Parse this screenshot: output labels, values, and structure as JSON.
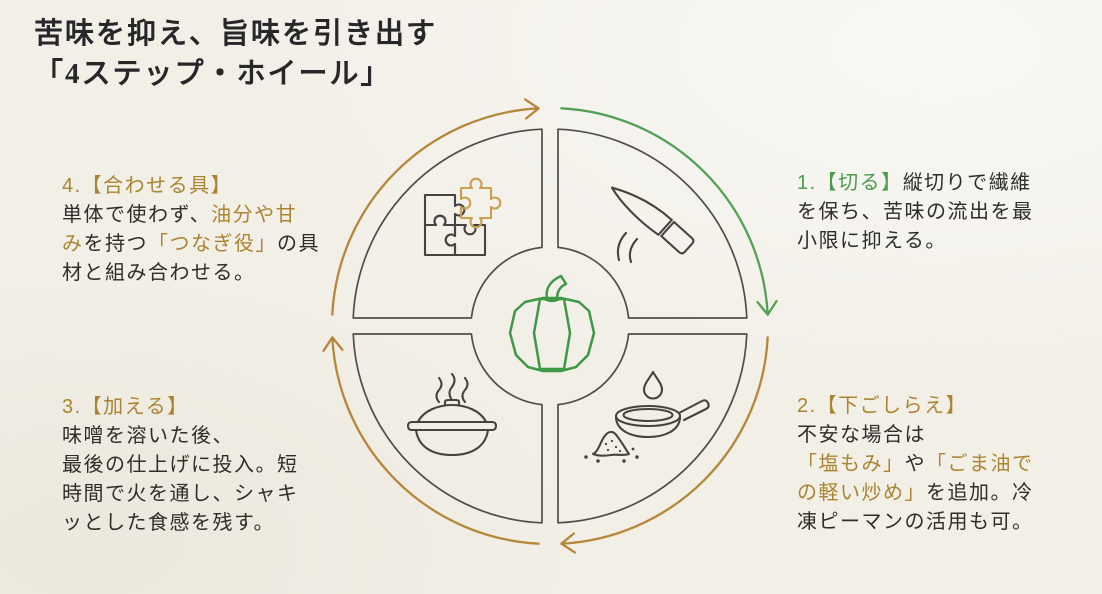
{
  "palette": {
    "background": "#f2efe7",
    "ink": "#2e2d2a",
    "title_ink": "#272628",
    "gold_text": "#aa8431",
    "green_text": "#4c9b51",
    "gold_arrow": "#b5873a",
    "green_arrow": "#54a055",
    "puzzle_gold": "#c9a052",
    "pepper_green": "#3f9845",
    "wheel_stroke": "#4f4e49",
    "icon_stroke": "#454440"
  },
  "title": {
    "line1": "苦味を抑え、旨味を引き出す",
    "line2": "「4ステップ・ホイール」"
  },
  "wheel": {
    "center_icon": "bell-pepper",
    "quadrants": [
      {
        "position": "top-right",
        "icon": "knife",
        "step": 1
      },
      {
        "position": "bottom-right",
        "icon": "frying-pan-with-oil-drop-and-salt",
        "step": 2
      },
      {
        "position": "bottom-left",
        "icon": "steaming-pot",
        "step": 3
      },
      {
        "position": "top-left",
        "icon": "puzzle-pieces",
        "step": 4
      }
    ],
    "arrows": [
      {
        "segment": "left-to-top",
        "color": "gold"
      },
      {
        "segment": "top-to-right",
        "color": "green"
      },
      {
        "segment": "right-to-bottom",
        "color": "gold"
      },
      {
        "segment": "bottom-to-left",
        "color": "gold"
      }
    ]
  },
  "steps": [
    {
      "id": "step-1-cut",
      "segments": [
        {
          "c": "green",
          "t": "1.【切る】"
        },
        {
          "c": "ink",
          "t": "縦切りで繊維\nを保ち、苦味の流出を最\n小限に抑える。"
        }
      ]
    },
    {
      "id": "step-2-prep",
      "segments": [
        {
          "c": "gold",
          "t": "2.【下ごしらえ】"
        },
        {
          "c": "ink",
          "t": "\n不安な場合は\n"
        },
        {
          "c": "gold",
          "t": "「塩もみ」"
        },
        {
          "c": "ink",
          "t": "や"
        },
        {
          "c": "gold",
          "t": "「ごま油で\nの軽い炒め」"
        },
        {
          "c": "ink",
          "t": "を追加。冷\n凍ピーマンの活用も可。"
        }
      ]
    },
    {
      "id": "step-3-add",
      "segments": [
        {
          "c": "gold",
          "t": "3.【加える】"
        },
        {
          "c": "ink",
          "t": "\n味噌を溶いた後、\n最後の仕上げに投入。短\n時間で火を通し、シャキ\nッとした食感を残す。"
        }
      ]
    },
    {
      "id": "step-4-combine",
      "segments": [
        {
          "c": "gold",
          "t": "4.【合わせる具】"
        },
        {
          "c": "ink",
          "t": "\n単体で使わず、"
        },
        {
          "c": "gold",
          "t": "油分や甘\nみ"
        },
        {
          "c": "ink",
          "t": "を持つ"
        },
        {
          "c": "gold",
          "t": "「つなぎ役」"
        },
        {
          "c": "ink",
          "t": "の具\n材と組み合わせる。"
        }
      ]
    }
  ]
}
